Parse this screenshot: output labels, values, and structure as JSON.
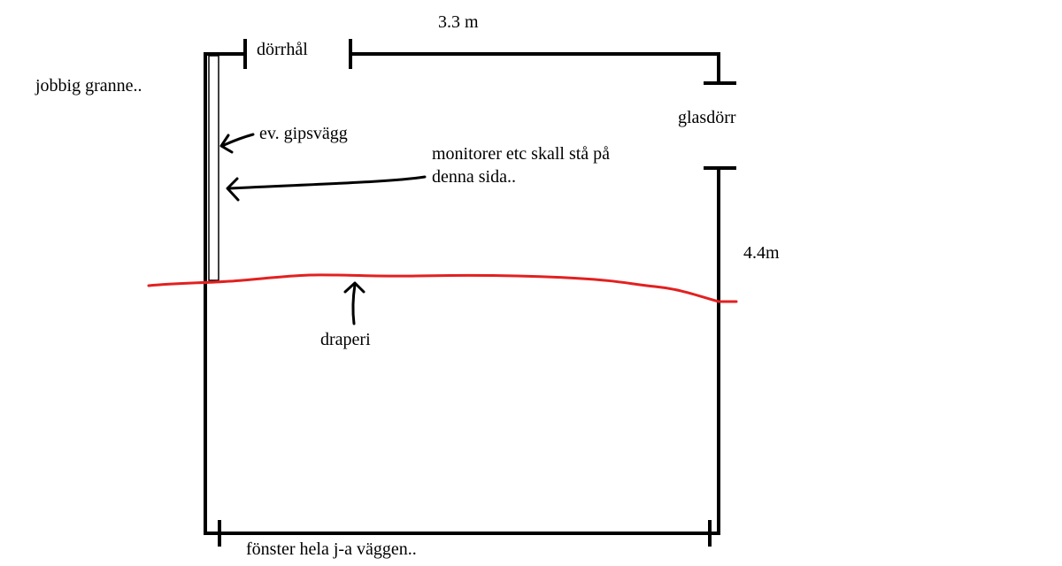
{
  "labels": {
    "neighbor": "jobbig granne..",
    "doorway": "dörrhål",
    "width": "3.3 m",
    "glass_door": "glasdörr",
    "drywall": "ev. gipsvägg",
    "monitors_line1": "monitorer etc skall stå på",
    "monitors_line2": "denna sida..",
    "length": "4.4m",
    "drapery": "draperi",
    "window": "fönster hela j-a väggen.."
  },
  "colors": {
    "walls": "#000000",
    "drapery_line": "#e32020",
    "drywall_fill": "#ffffff"
  }
}
